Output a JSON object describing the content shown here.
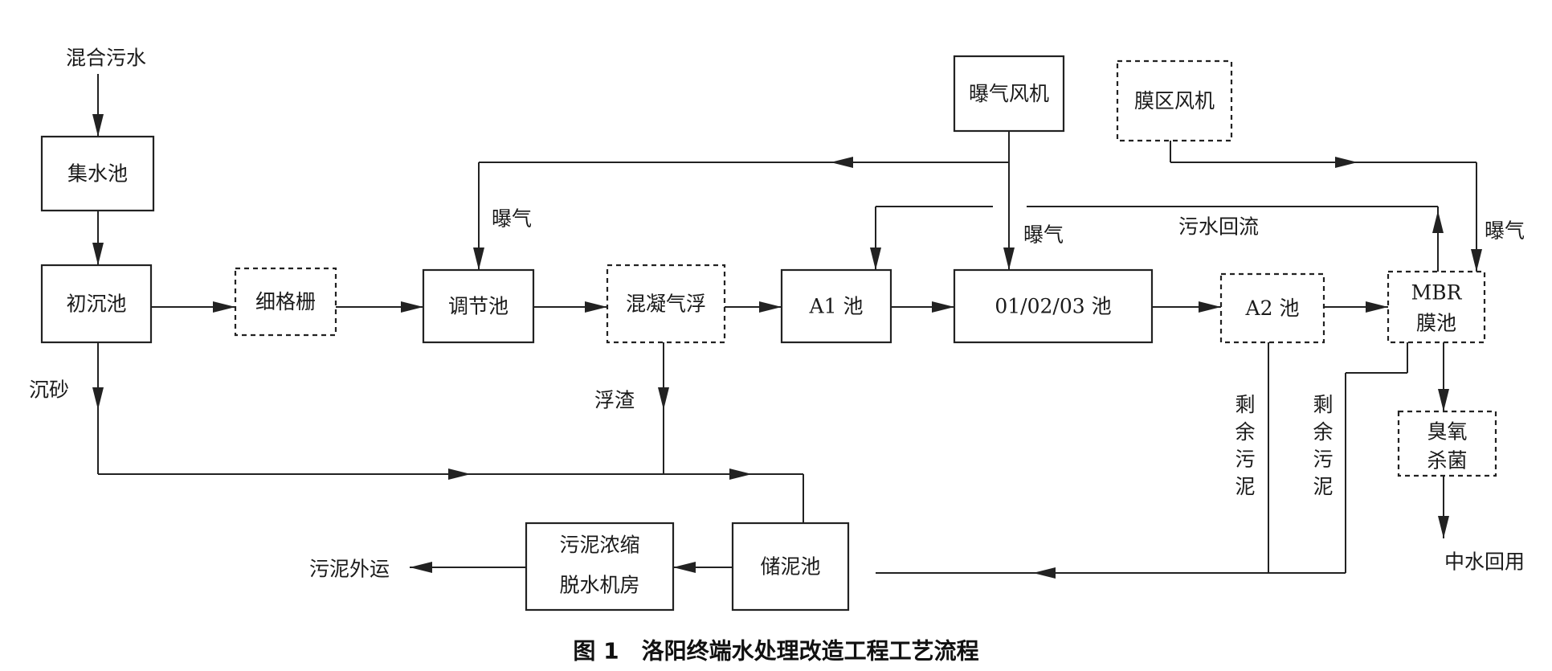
{
  "labels": {
    "mixed_sewage": "混合污水",
    "collection_tank": "集水池",
    "primary_settling": "初沉池",
    "fine_screen": "细格栅",
    "equalization_tank": "调节池",
    "coag_air_flotation": "混凝气浮",
    "a1_tank": "A1 池",
    "o_tanks": "01/02/03 池",
    "a2_tank": "A2 池",
    "mbr_line1": "MBR",
    "mbr_line2": "膜池",
    "aeration_blower": "曝气风机",
    "membrane_blower": "膜区风机",
    "ozone_line1": "臭氧",
    "ozone_line2": "杀菌",
    "reclaimed_water": "中水回用",
    "sludge_storage": "储泥池",
    "dewatering_line1": "污泥浓缩",
    "dewatering_line2": "脱水机房",
    "sludge_outbound": "污泥外运",
    "aeration_1": "曝气",
    "aeration_2": "曝气",
    "aeration_3": "曝气",
    "sewage_return": "污水回流",
    "grit": "沉砂",
    "scum": "浮渣",
    "excess_sludge_1": "剩余污泥",
    "excess_sludge_2": "剩余污泥"
  },
  "caption": "图 1　洛阳终端水处理改造工程工艺流程"
}
